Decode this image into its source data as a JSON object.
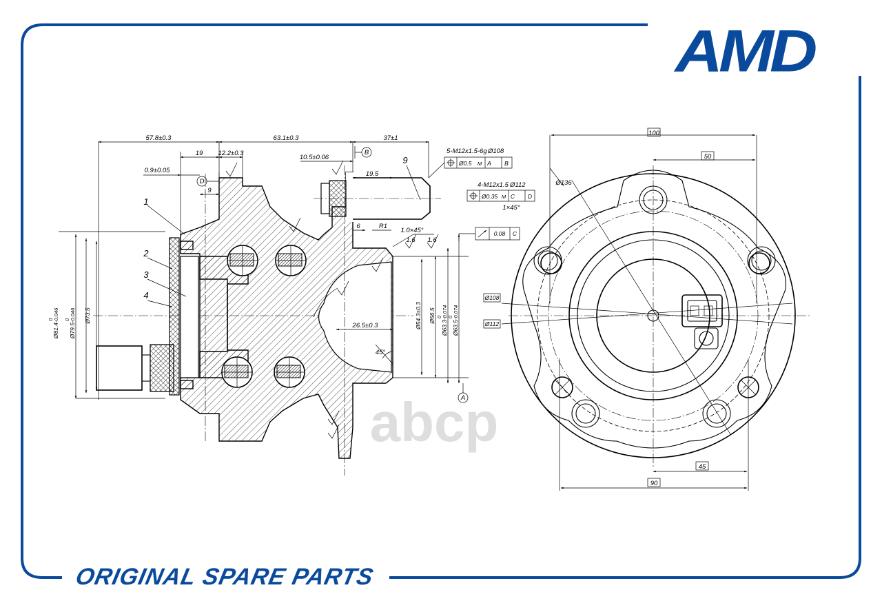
{
  "brand": {
    "logo_text": "AMD",
    "tagline": "ORIGINAL SPARE PARTS",
    "accent_color": "#0a4a9c"
  },
  "watermark": {
    "text": "abcp"
  },
  "side_view": {
    "dims": {
      "d1": "57.8±0.3",
      "d2": "63.1±0.3",
      "d3": "37±1",
      "d4": "19",
      "d5": "12.2±0.3",
      "d6": "0.9±0.05",
      "d7": "9",
      "d8": "10.5±0.06",
      "d9": "19.5",
      "d10": "6",
      "d11": "R1",
      "d12": "1.0×45°",
      "d13": "1.6",
      "d14": "1.6",
      "d15": "26.5±0.3",
      "d16": "45°",
      "v1": "Ø81.4",
      "v1t": "-0.046",
      "v2": "Ø79.5",
      "v2t": "-0.046",
      "v3": "Ø73.5",
      "v4": "Ø54.3±0.3",
      "v5": "Ø56.5",
      "v6": "Ø63.3",
      "v6t": "-0.074",
      "v7": "Ø63.5",
      "v7t": "-0.074",
      "zero": "0"
    },
    "datums": {
      "d": "D",
      "b": "B",
      "a": "A",
      "c": "C"
    },
    "thread1": {
      "spec": "5-M12x1.5-6g",
      "dia": "Ø108",
      "f1": "Ø0.5",
      "m": "M",
      "f2": "A",
      "f3": "B"
    },
    "thread2": {
      "spec": "4-M12x1.5",
      "dia": "Ø112",
      "f1": "Ø0.35",
      "m": "M",
      "f2": "C",
      "f3": "D",
      "chamfer": "1×45°"
    },
    "runout": {
      "val": "0.08",
      "ref": "C"
    },
    "callouts": [
      "1",
      "2",
      "3",
      "4",
      "9"
    ]
  },
  "front_view": {
    "dims": {
      "w100": "100",
      "w50": "50",
      "w45": "45",
      "w90": "90",
      "d136": "Ø136",
      "d108": "Ø108",
      "d112": "Ø112"
    }
  }
}
